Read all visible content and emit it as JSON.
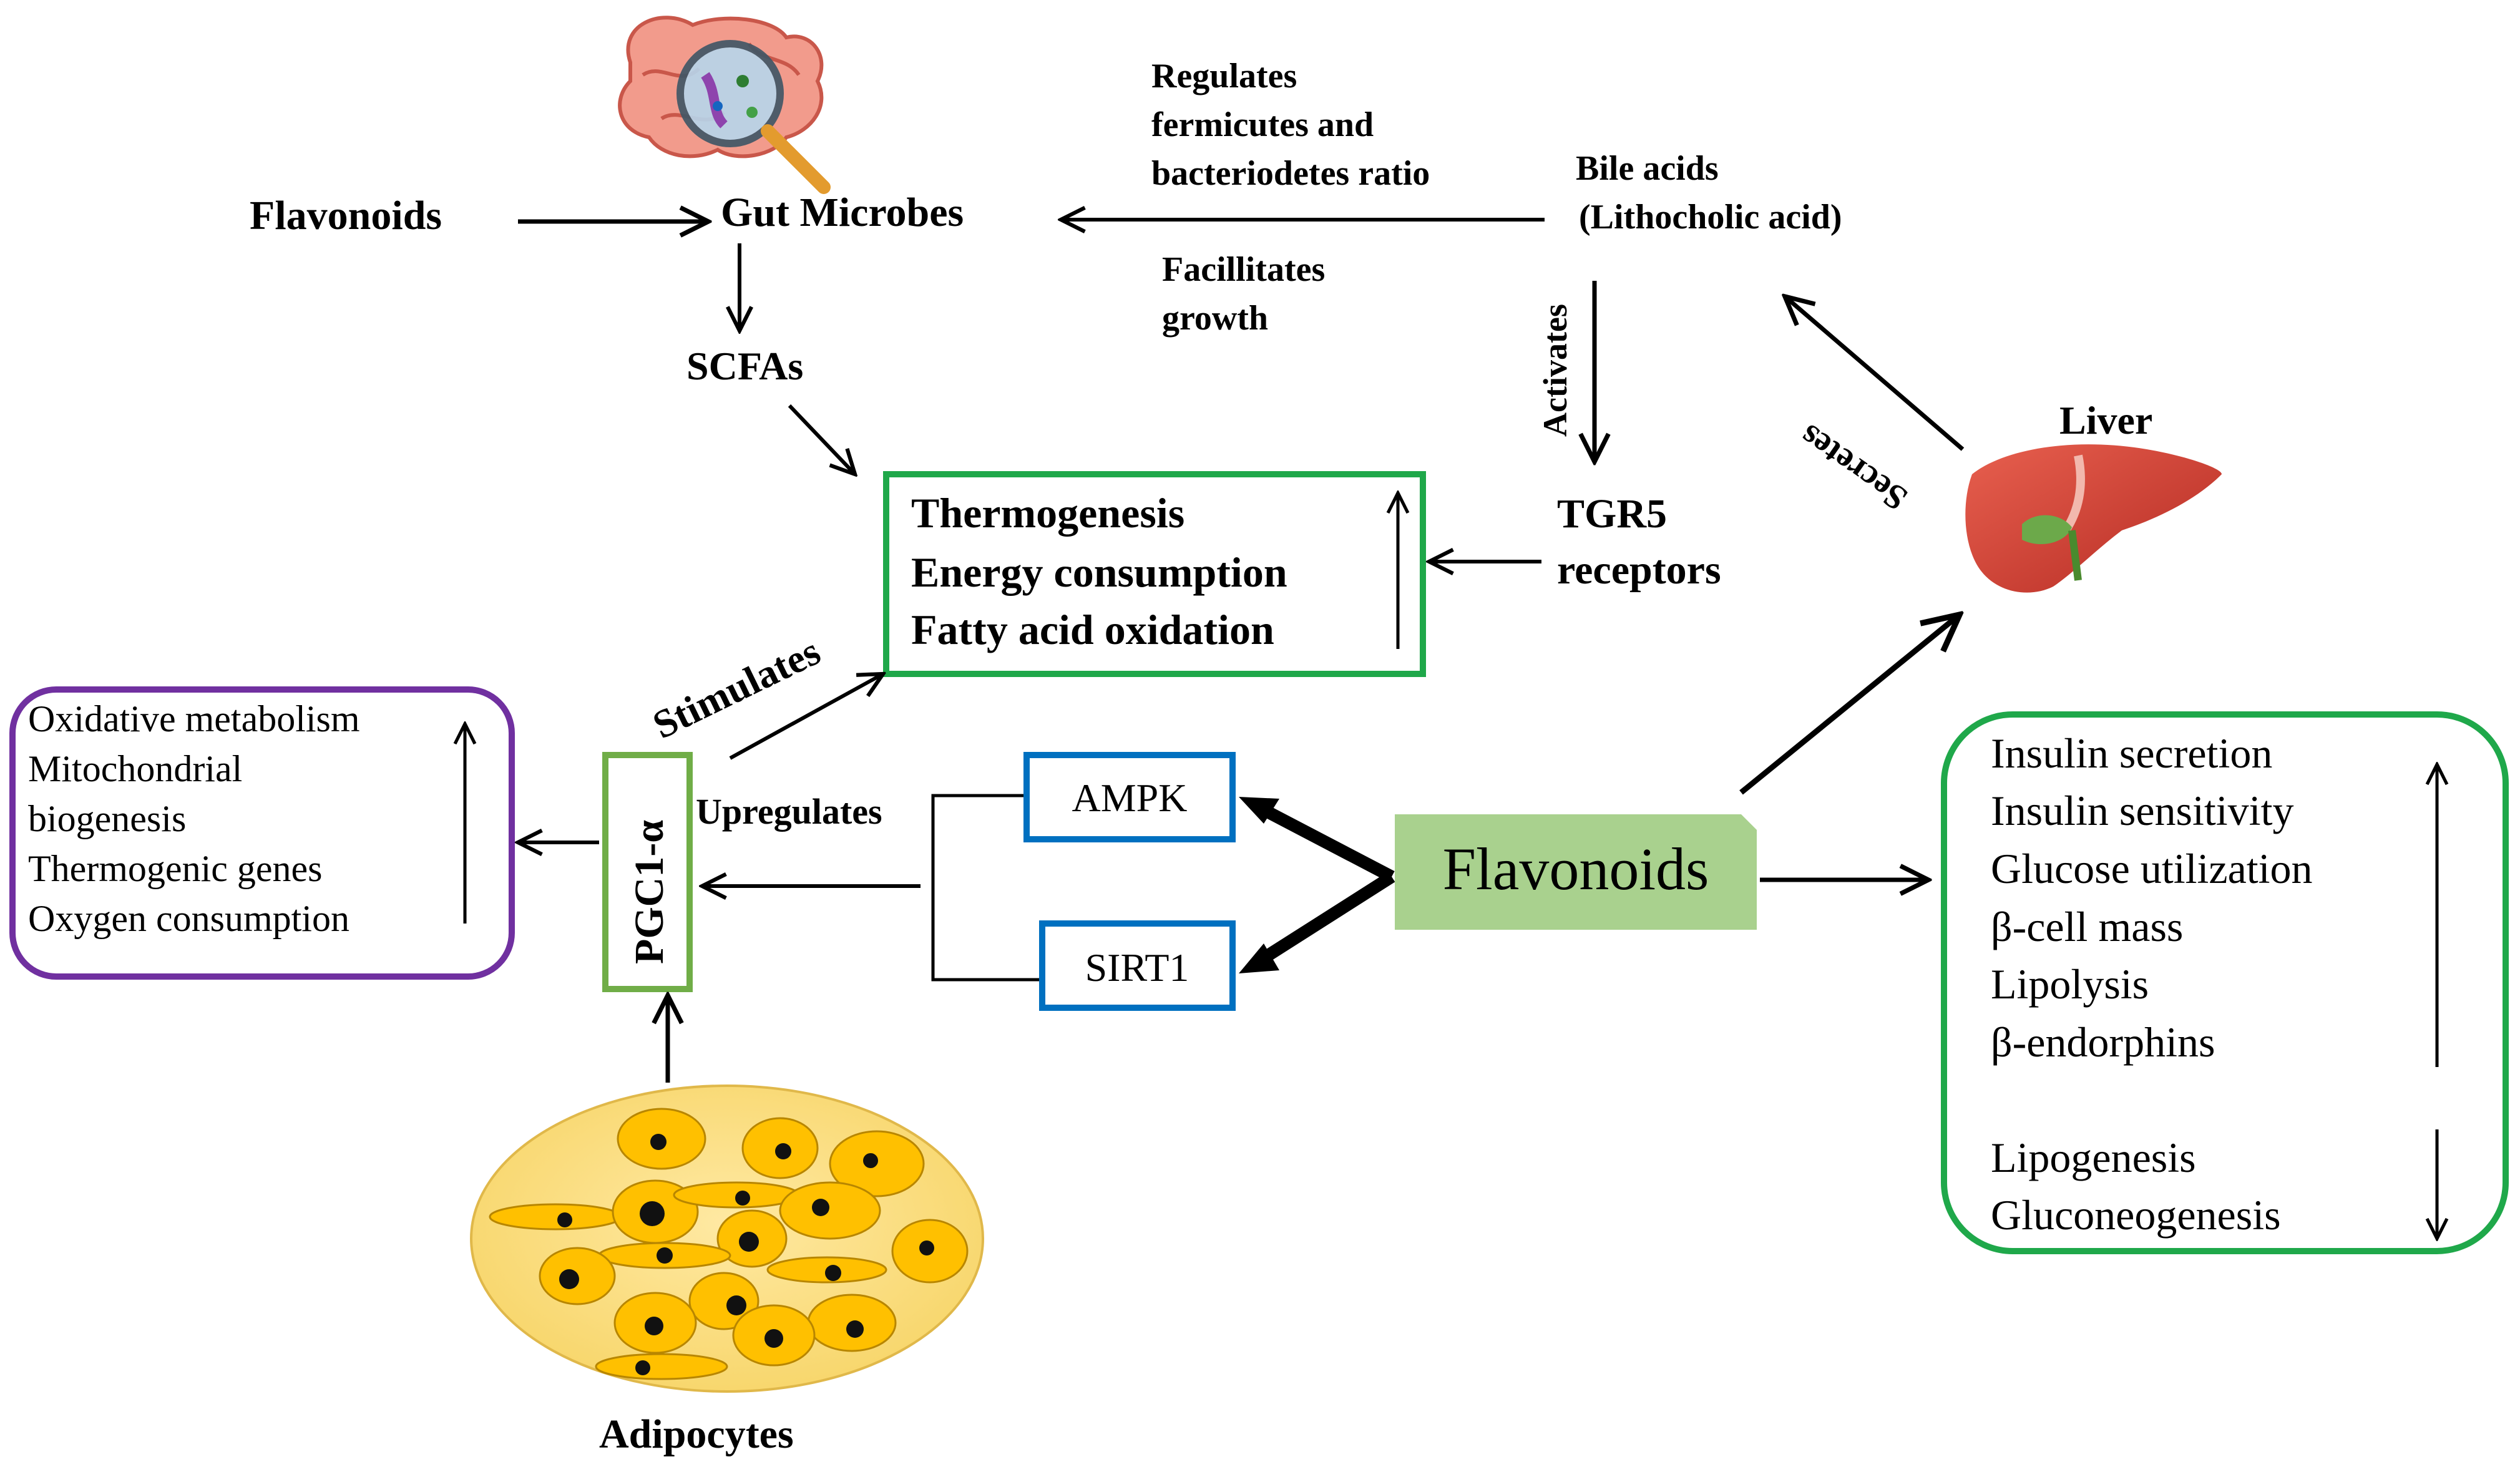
{
  "flavonoids_top": "Flavonoids",
  "gut_microbes": "Gut Microbes",
  "scfas": "SCFAs",
  "regulates": {
    "line1": "Regulates",
    "line2": "fermicutes and",
    "line3": "bacteriodetes ratio"
  },
  "facilitates": {
    "line1": "Facillitates",
    "line2": "growth"
  },
  "bile_acids": {
    "line1": "Bile acids",
    "line2": "(Lithocholic acid)"
  },
  "activates": "Activates",
  "secretes": "Secretes",
  "liver": "Liver",
  "tgr5": {
    "line1": "TGR5",
    "line2": "receptors"
  },
  "thermo_box": {
    "items": [
      "Thermogenesis",
      "Energy consumption",
      "Fatty acid oxidation"
    ],
    "direction": "up",
    "border_color": "#1fa84a"
  },
  "stimulates": "Stimulates",
  "oxidative_box": {
    "items": [
      "Oxidative metabolism",
      "Mitochondrial",
      "biogenesis",
      "Thermogenic genes",
      "Oxygen consumption"
    ],
    "direction": "up",
    "border_color": "#7030a0"
  },
  "pgc1": "PGC1-α",
  "upregulates": "Upregulates",
  "ampk": "AMPK",
  "sirt1": "SIRT1",
  "flavonoids_center": "Flavonoids",
  "insulin_box": {
    "up_items": [
      "Insulin secretion",
      "Insulin sensitivity",
      "Glucose utilization",
      "β-cell mass",
      "Lipolysis",
      "β-endorphins"
    ],
    "down_items": [
      "Lipogenesis",
      "Gluconeogenesis"
    ],
    "border_color": "#1fa84a"
  },
  "adipocytes": "Adipocytes",
  "colors": {
    "green_box": "#1fa84a",
    "purple_box": "#7030a0",
    "blue_box": "#0070c0",
    "pgc_box": "#70ad47",
    "flavonoid_fill": "#a9d18e",
    "adipose_fill": "#ffe28a",
    "cell_fill": "#ffc000",
    "liver_fill": "#d9473a"
  },
  "icons": [
    "gut-magnifier-icon",
    "liver-icon",
    "adipocyte-cluster-icon"
  ]
}
